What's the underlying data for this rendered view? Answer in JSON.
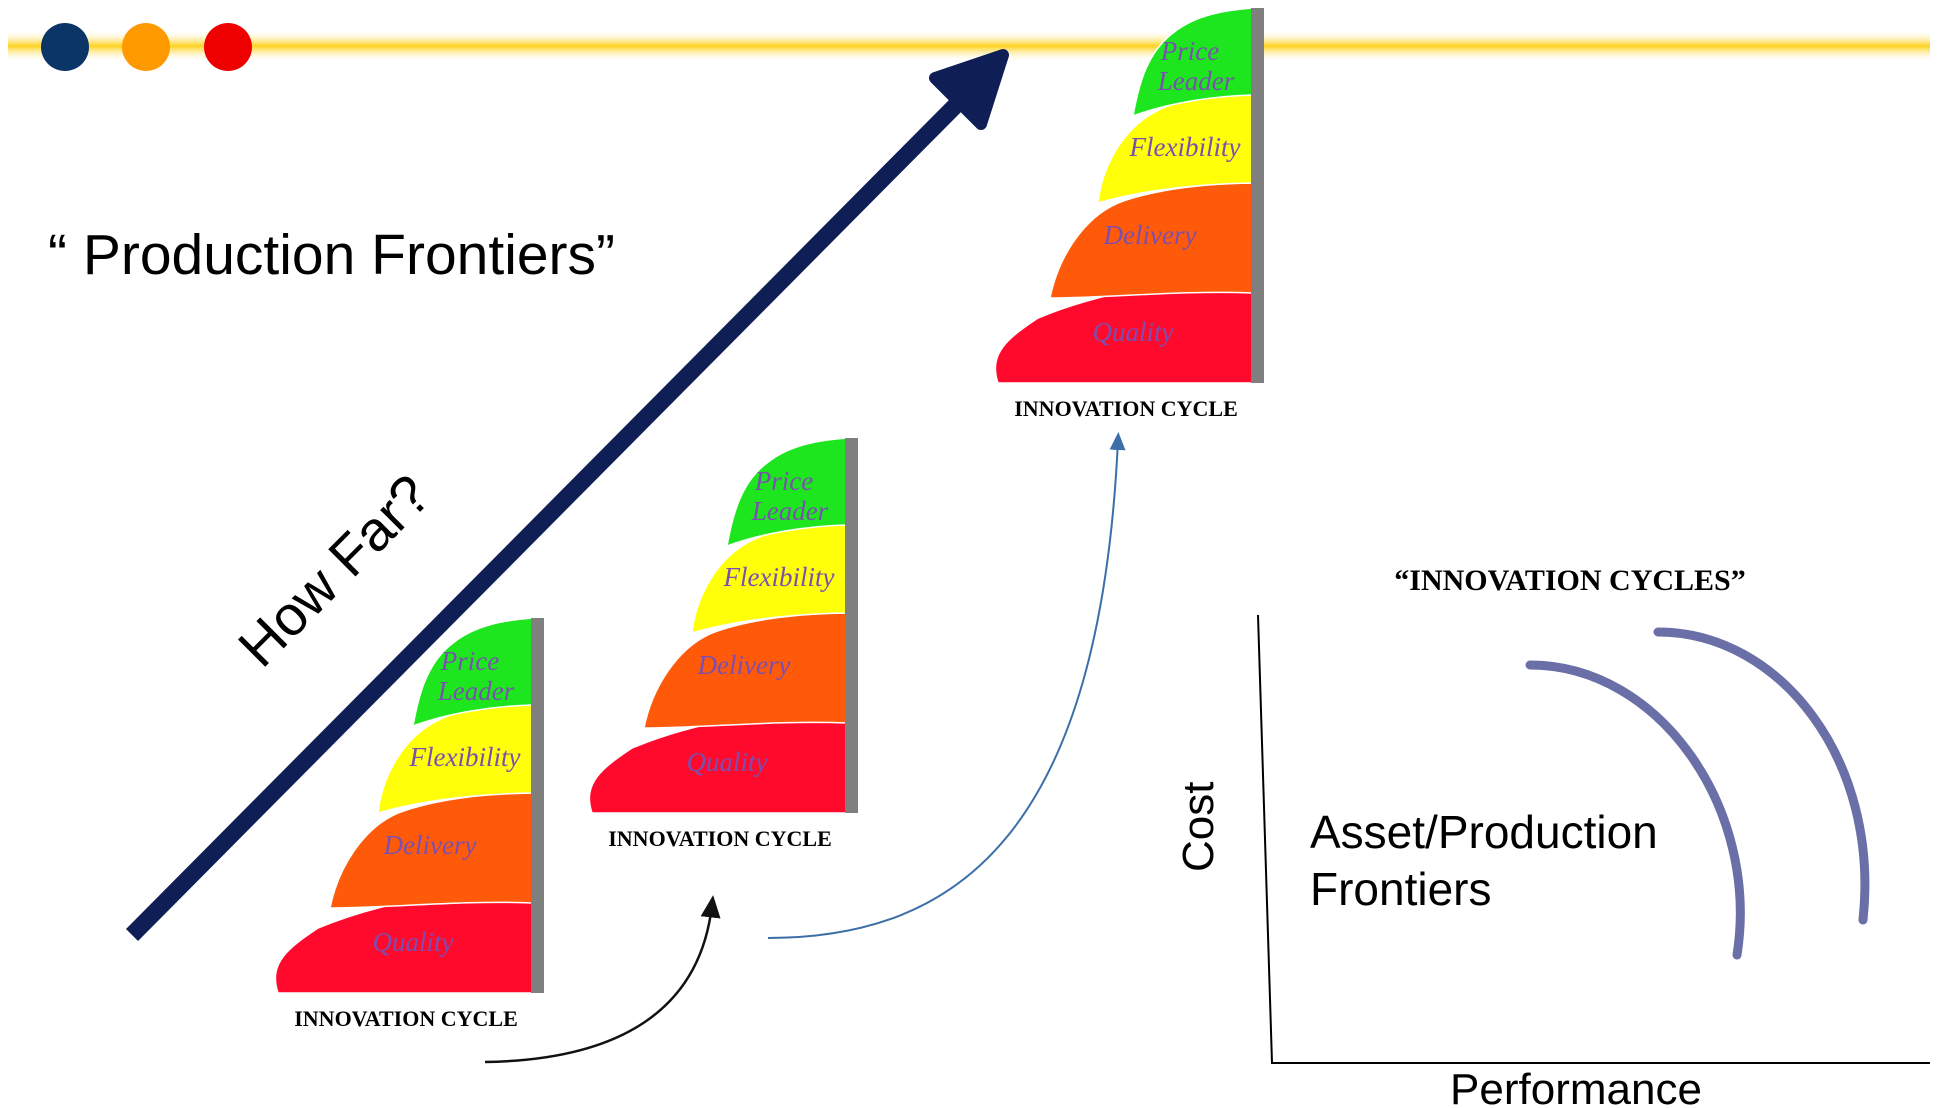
{
  "slide": {
    "title": "“ Production Frontiers”",
    "arrow_label": "How Far?",
    "dots": [
      "#0b3566",
      "#ff9900",
      "#ee0000"
    ],
    "header_bar_color": "#ffd21f"
  },
  "innovation_cycle": {
    "caption": "INNOVATION CYCLE",
    "layers": [
      {
        "name": "Quality",
        "color": "#ff0a2d"
      },
      {
        "name": "Delivery",
        "color": "#ff5a0a"
      },
      {
        "name": "Flexibility",
        "color": "#ffff0a"
      },
      {
        "name": "Price",
        "line2": "Leader",
        "color": "#1ee61e"
      }
    ],
    "label_color": "#7a4fb0"
  },
  "frontiers_chart": {
    "title": "“INNOVATION CYCLES”",
    "y_label": "Cost",
    "x_label": "Performance",
    "inner_label_line1": "Asset/Production",
    "inner_label_line2": "Frontiers",
    "curve_color": "#6b6fa8"
  }
}
